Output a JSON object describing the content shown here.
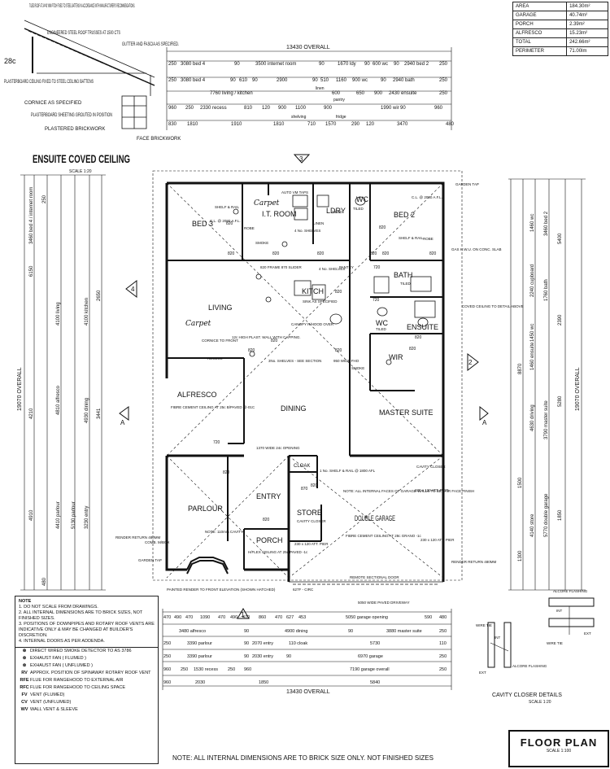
{
  "roof_notes": {
    "tiled_roof": "TILED ROOF AT 24°43' MIN PITCH FIXED TO STEEL BATTENS IN ACCORDANCE WITH MANUFACTURER'S RECOMMENDATIONS.",
    "trusses": "ENGINEERED STEEL ROOF TRUSSES AT 1500 CTS",
    "gutter": "GUTTER AND FASCIA AS SPECIFIED.",
    "plasterboard": "PLASTERBOARD CEILING FIXED TO STEEL CEILING BATTENS",
    "cornice": "CORNICE AS SPECIFIED",
    "sheeting": "PLASTERBOARD SHEETING GROUTED IN POSITION",
    "brickwork": "PLASTERED BRICKWORK",
    "face_brick": "FACE BRICKWORK",
    "code": "28c",
    "title": "ENSUITE COVED CEILING",
    "scale": "SCALE 1:20"
  },
  "area_table": [
    {
      "label": "AREA",
      "value": "184.30m²"
    },
    {
      "label": "GARAGE",
      "value": "40.74m²"
    },
    {
      "label": "PORCH",
      "value": "2.39m²"
    },
    {
      "label": "ALFRESCO",
      "value": "15.23m²"
    },
    {
      "label": "TOTAL",
      "value": "242.66m²"
    },
    {
      "label": "PERIMETER",
      "value": "71.00lm"
    }
  ],
  "top_dims": {
    "overall": "13430 OVERALL",
    "row1": [
      "250",
      "3080 bed 4",
      "90",
      "3500 internet room",
      "90",
      "1670 ldy",
      "90",
      "600 wc",
      "90",
      "2940 bed 2",
      "250"
    ],
    "row2": [
      "250",
      "3080 bed 4",
      "90",
      "610",
      "90",
      "2900",
      "90",
      "510",
      "1160",
      "900 wc",
      "90",
      "2940 bath",
      "250"
    ],
    "row3": [
      "7760 living / kitchen",
      "linen",
      "600",
      "650",
      "900",
      "2430 ensuite",
      "250"
    ],
    "row4": [
      "960",
      "250",
      "2330 recess",
      "810",
      "120",
      "900",
      "1100",
      "900",
      "1990 wir",
      "90",
      "960"
    ],
    "row5": [
      "830",
      "1810",
      "1910",
      "1810",
      "710",
      "1570",
      "290",
      "120",
      "3470",
      "480"
    ],
    "labels": [
      "pantry",
      "shelving",
      "fridge"
    ]
  },
  "bottom_dims": {
    "overall": "13430 OVERALL",
    "row1": [
      "470",
      "490",
      "470",
      "1090",
      "470",
      "490",
      "470",
      "860",
      "470",
      "627",
      "453",
      "5050 garage opening",
      "590",
      "480"
    ],
    "row2": [
      "3480 alfresco",
      "90",
      "4900 dining",
      "90",
      "3880 master suite",
      "250"
    ],
    "row3": [
      "250",
      "3390 parlour",
      "90",
      "2070 entry",
      "110 cloak",
      "5730",
      "110"
    ],
    "row4": [
      "250",
      "3390 parlour",
      "90",
      "2030 entry",
      "90",
      "6970 garage",
      "250"
    ],
    "row5": [
      "960",
      "250",
      "1530 recess",
      "250",
      "960",
      "7190 garage overall",
      "250"
    ],
    "row6": [
      "960",
      "2030",
      "1850",
      "5840"
    ]
  },
  "side_dims": {
    "overall": "19070 OVERALL",
    "left": [
      "3460 bed 4 / internet room",
      "4100 living",
      "4100 kitchen",
      "4810 alfresco",
      "4210",
      "4930 dining",
      "3441",
      "4410 parlour",
      "5130 parlour",
      "3230 entry",
      "4910",
      "6150",
      "2650",
      "250",
      "480"
    ],
    "right": [
      "3460 bed 2",
      "1460 wc",
      "2240 cupboard",
      "1760 bath",
      "1450 wc",
      "1460 ensuite",
      "4630 driving",
      "3790 master suite",
      "5770 double garage",
      "4140 store",
      "5400",
      "2390",
      "5280",
      "1850",
      "1500",
      "1300",
      "8870"
    ]
  },
  "rooms": {
    "bed3": "BED 3",
    "it_room": "I.T. ROOM",
    "ldry": "LDRY",
    "wc_top": "WC",
    "bed2": "BED 2",
    "living": "LIVING",
    "kitch": "KITCH",
    "bath": "BATH",
    "wc_mid": "WC",
    "ensuite": "ENSUITE",
    "wir": "WIR",
    "alfresco": "ALFRESCO",
    "dining": "DINING",
    "master": "MASTER SUITE",
    "parlour": "PARLOUR",
    "entry": "ENTRY",
    "store": "STORE",
    "garage": "DOUBLE GARAGE",
    "porch": "PORCH",
    "cloak": "CLOAK"
  },
  "room_notes": {
    "carpet1": "Carpet",
    "carpet2": "Carpet",
    "auto_taps": "AUTO VM TAPS",
    "shelf_rail1": "SHELF & RAIL",
    "shelf_rail2": "SHELF & RAIL",
    "ceiling1": "C.L. @ 2080 A.F.L.",
    "ceiling2": "C.L. @ 2080 A.F.L.",
    "robe1": "ROBE",
    "robe2": "ROBE",
    "linen": "LINEN",
    "four_shelves1": "4 No. SHELVES",
    "four_shelves2": "4 No. SHELVES",
    "smoke1": "SMOKE",
    "smoke2": "SMOKE",
    "tiled1": "TILED",
    "tiled2": "TILED",
    "tiled3": "TILED",
    "tiled4": "TILED",
    "frame": "820 FRAME 870 SLIDER",
    "pantry": "PANTRY",
    "sink": "SINK AS SPECIFIED",
    "canopy": "CANOPY R/HOOD OVER",
    "cornice_front": "CORNICE TO FRONT",
    "high_wall": "12c HIGH PLAST. WALL WITH CAPPING.",
    "recess": "RECESS",
    "three_shelves": "3No. SHELVES - SEE SECTION",
    "fho": "950 WIDE FHO",
    "gas_hwu": "GAS H.W.U. ON CONC. SLAB",
    "coved": "COVED CEILING TO DETAIL ABOVE",
    "garden_tap1": "GARDEN TAP",
    "garden_tap2": "GARDEN TAP",
    "alfresco_ceiling": "FIBRE CEMENT CEILING AT 25c B/PAVED @-01C",
    "opening": "1370 WIDE 24c OPENING",
    "cavity_closer": "CAVITY CLOSER",
    "shelf_rail3": "1 No. SHELF & RAIL @ 1800 AFL",
    "garage_note": "NOTE: ALL INTERNAL FACES OF GARAGE WALLS TO BE FAIR FACE FINISH",
    "pier1": "230 x 120 ATT. PIER",
    "pier2": "230 x 120 ATT. PIER",
    "pier3": "230 x 120 ATT. PIER",
    "garage_ceiling": "FIBRE CEMENT CEILING AT 28c GRANO -1c",
    "store_note": "CAVITY CLOSER",
    "cavity_note": "NOTE: 110mm CAVITY",
    "porch_note": "H/FLEX CEILING AT 25c PAVED -1c",
    "render_return1": "RENDER RETURN 480MM",
    "render_return2": "RENDER RETURN 480MM",
    "comb": "COMB. M/BOX",
    "painted_render": "PAINTED RENDER TO FRONT ELEVATION (SHOWN HATCHED)",
    "sectional_door": "REMOTE SECTIONAL DOOR",
    "driveway": "5050 WIDE PAVED DRIVEWAY",
    "circ": "627F - CIRC"
  },
  "door_labels": [
    "820",
    "820",
    "820",
    "820",
    "820",
    "720",
    "820",
    "820",
    "720",
    "820",
    "820",
    "820",
    "820",
    "820",
    "820",
    "720",
    "820",
    "870",
    "820",
    "820",
    "820"
  ],
  "legend": {
    "notes": [
      "NOTE",
      "1. DO NOT SCALE FROM DRAWINGS.",
      "2. ALL INTERNAL DIMENSIONS ARE TO BRICK SIZES, NOT FINISHED SIZES.",
      "3. POSITIONS OF DOWNPIPES AND ROTARY ROOF VENTS ARE INDICATIVE ONLY & MAY BE CHANGED AT BUILDER'S DISCRETION.",
      "4. INTERNAL DOORS AS PER ADDENDA."
    ],
    "items": [
      {
        "sym": "⊛",
        "text": "DIRECT WIRED SMOKE DETECTOR TO AS 3786"
      },
      {
        "sym": "⊗",
        "text": "EXHAUST FAN ( FLUMED )"
      },
      {
        "sym": "⊗",
        "text": "EXHAUST FAN ( UNFLUMED )"
      },
      {
        "sym": "RV",
        "text": "APPROX. POSITION OF SPINAWAY ROTARY ROOF VENT"
      },
      {
        "sym": "RFE",
        "text": "FLUE FOR RANGEHOOD TO EXTERNAL AIR"
      },
      {
        "sym": "RFC",
        "text": "FLUE FOR RANGEHOOD TO CEILING SPACE"
      },
      {
        "sym": "FV",
        "text": "VENT (FLUMED)"
      },
      {
        "sym": "CV",
        "text": "VENT (UNFLUMED)"
      },
      {
        "sym": "WV",
        "text": "WALL VENT & SLEEVE"
      }
    ]
  },
  "cavity_detail": {
    "title": "CAVITY CLOSER DETAILS",
    "scale": "SCALE 1:20",
    "labels": [
      "WIRE TIE",
      "INT",
      "EXT",
      "ALCORE FLASHING",
      "ALCORE FLASHING",
      "INT",
      "WIRE TIE",
      "EXT"
    ]
  },
  "section_markers": {
    "three": "3",
    "four": "4",
    "two": "2",
    "one": "1",
    "a": "A"
  },
  "footer_note": "NOTE: ALL INTERNAL DIMENSIONS ARE TO BRICK SIZE ONLY. NOT FINISHED SIZES",
  "floor_plan": {
    "title": "FLOOR PLAN",
    "scale": "SCALE 1:100"
  }
}
